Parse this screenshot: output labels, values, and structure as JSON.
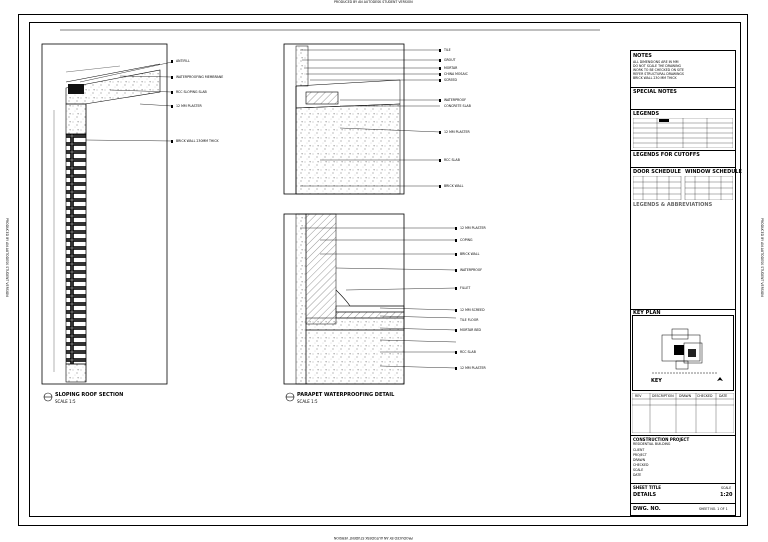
{
  "watermark": "PRODUCED BY AN AUTODESK STUDENT VERSION",
  "detail_left": {
    "title": "SLOPING ROOF SECTION",
    "scale": "SCALE 1:5",
    "callouts": [
      "ANTIFILL",
      "WATERPROOFING MEMBRANE",
      "RCC SLOPING SLAB",
      "12 MM PLASTER",
      "BRICK WALL 230MM THICK"
    ]
  },
  "detail_right_top": {
    "callouts": [
      "TILE",
      "GROUT",
      "MORTAR",
      "CHINA MOSAIC",
      "SCREED",
      "WATERPROOF",
      "CONCRETE SLAB",
      "12 MM PLASTER",
      "RCC SLAB",
      "BRICK WALL"
    ]
  },
  "detail_right_bottom": {
    "title": "PARAPET WATERPROOFING DETAIL",
    "scale": "SCALE 1:5",
    "callouts": [
      "12 MM PLASTER",
      "COPING",
      "BRICK WALL",
      "WATERPROOF",
      "FILLET",
      "12 MM SCREED",
      "TILE FLOOR",
      "MORTAR BED",
      "RCC SLAB",
      "12 MM PLASTER"
    ]
  },
  "title_block": {
    "notes_heading": "NOTES",
    "notes_lines": [
      "ALL DIMENSIONS ARE IN MM",
      "DO NOT SCALE THE DRAWING",
      "WORK TO BE CHECKED ON SITE",
      "REFER STRUCTURAL DRAWINGS",
      "BRICK WALL 230 MM THICK"
    ],
    "special_notes_heading": "SPECIAL NOTES",
    "legends_heading": "LEGENDS",
    "legend_cutoffs_heading": "LEGENDS FOR CUTOFFS",
    "door_schedule_heading": "DOOR SCHEDULE",
    "window_schedule_heading": "WINDOW SCHEDULE",
    "abbrev_heading": "LEGENDS & ABBREVIATIONS",
    "key_plan_heading": "KEY PLAN",
    "key_plan_label": "KEY",
    "revision_cols": [
      "REV",
      "DESCRIPTION",
      "DRAWN",
      "CHECKED",
      "DATE"
    ],
    "project_lines": [
      "CONSTRUCTION PROJECT",
      "RESIDENTIAL BUILDING"
    ],
    "info_rows": [
      "CLIENT",
      "PROJECT",
      "DRAWN",
      "CHECKED",
      "SCALE",
      "DATE"
    ],
    "sheet_title_label": "SHEET TITLE",
    "sheet_title": "DETAILS",
    "scale_label": "SCALE",
    "scale_value": "1:20",
    "dwg_no_label": "DWG. NO.",
    "sheet_no": "SHEET NO. 1 OF 1"
  }
}
